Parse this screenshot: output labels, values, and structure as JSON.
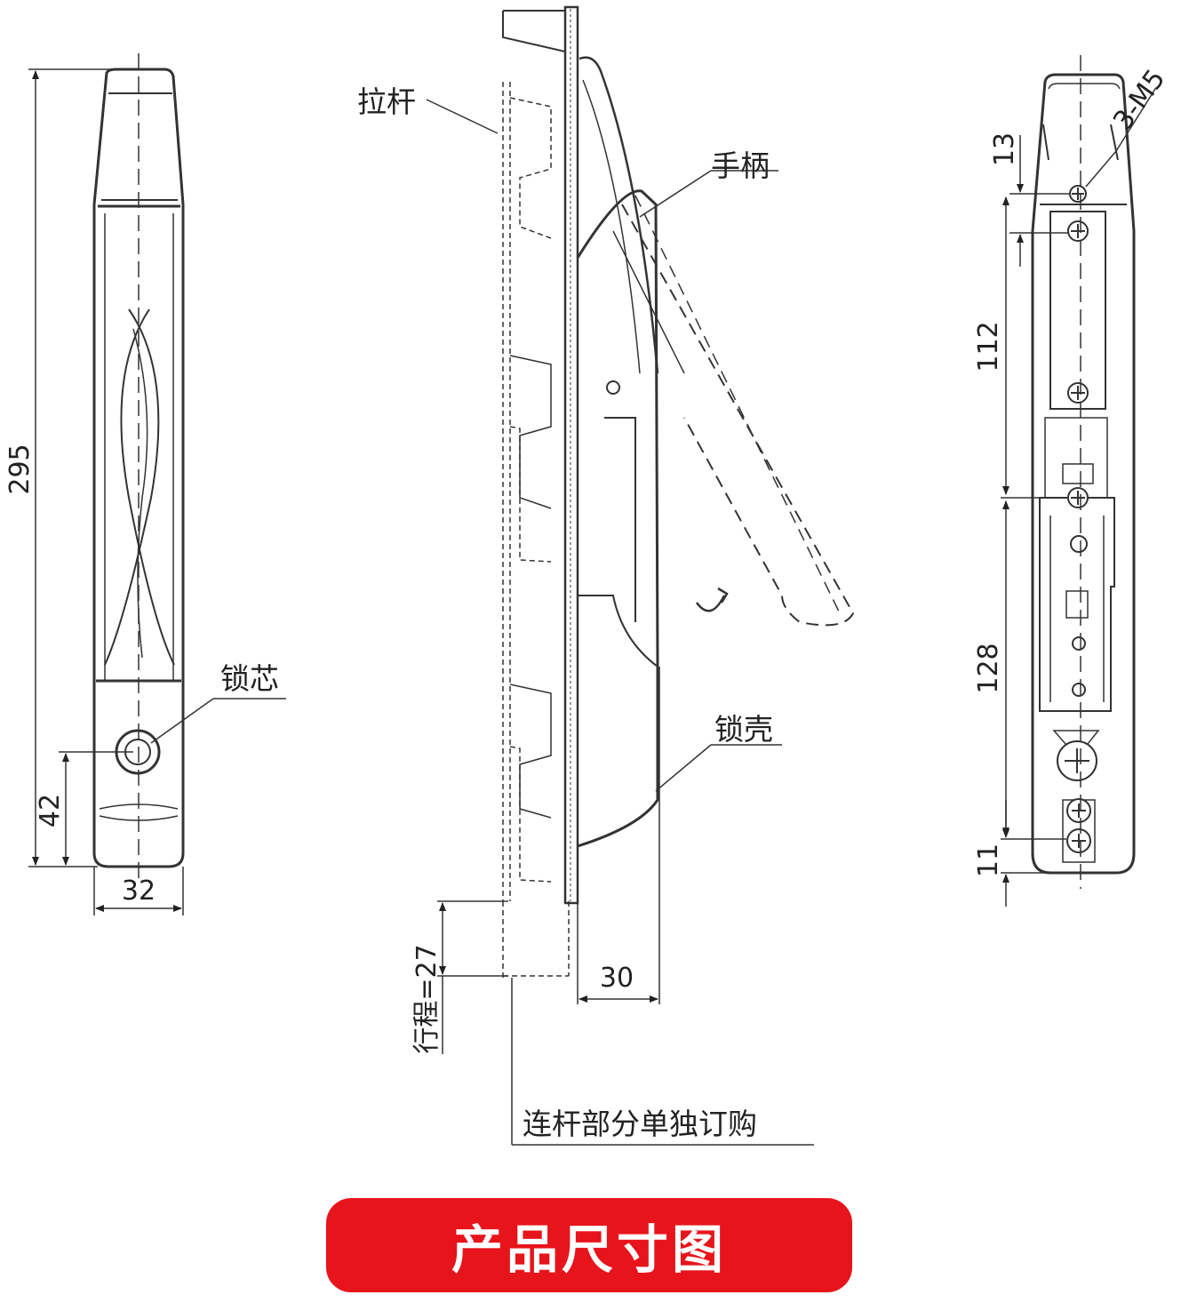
{
  "front_view": {
    "height_dim": "295",
    "keyhole_dim": "42",
    "width_dim": "32",
    "label_lock_core": "锁芯"
  },
  "side_view": {
    "label_pull_rod": "拉杆",
    "label_handle": "手柄",
    "label_lock_shell": "锁壳",
    "stroke_dim": "行程=27",
    "depth_dim": "30",
    "note": "连杆部分单独订购"
  },
  "back_view": {
    "screw_label": "3-M5",
    "dim_top": "13",
    "dim_mid": "112",
    "dim_lower": "128",
    "dim_bottom": "11"
  },
  "banner": {
    "text": "产品尺寸图",
    "color": "#e8141b"
  }
}
